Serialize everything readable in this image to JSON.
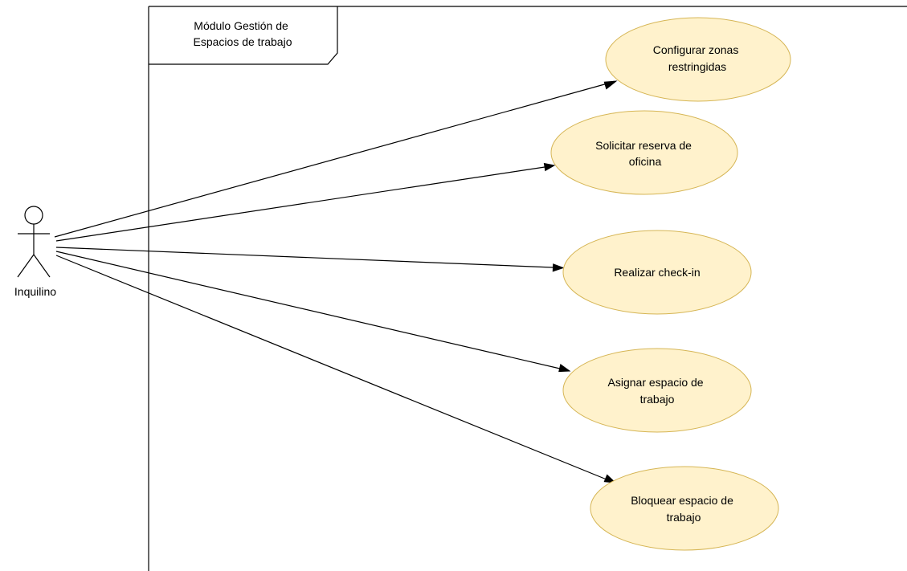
{
  "system_boundary": {
    "title_lines": [
      "Módulo Gestión de",
      "Espacios de trabajo"
    ]
  },
  "actor": {
    "label": "Inquilino"
  },
  "use_cases": [
    {
      "id": "uc-configurar-zonas",
      "lines": [
        "Configurar zonas",
        "restringidas"
      ]
    },
    {
      "id": "uc-solicitar-reserva",
      "lines": [
        "Solicitar reserva de",
        "oficina"
      ]
    },
    {
      "id": "uc-realizar-checkin",
      "lines": [
        "Realizar check-in"
      ]
    },
    {
      "id": "uc-asignar-espacio",
      "lines": [
        "Asignar espacio de",
        "trabajo"
      ]
    },
    {
      "id": "uc-bloquear-espacio",
      "lines": [
        "Bloquear espacio de",
        "trabajo"
      ]
    }
  ],
  "colors": {
    "use_case_fill": "#fff2cc",
    "use_case_stroke": "#d6b656",
    "line": "#000000"
  }
}
